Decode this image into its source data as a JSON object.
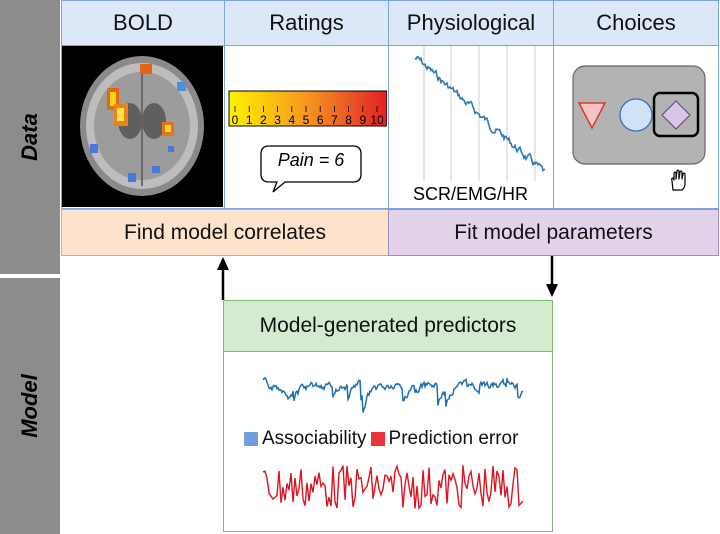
{
  "side": {
    "data_label": "Data",
    "model_label": "Model"
  },
  "columns": [
    {
      "label": "BOLD"
    },
    {
      "label": "Ratings"
    },
    {
      "label": "Physiological"
    },
    {
      "label": "Choices"
    }
  ],
  "ratings": {
    "scale_ticks": [
      "0",
      "1",
      "2",
      "3",
      "4",
      "5",
      "6",
      "7",
      "8",
      "9",
      "10"
    ],
    "bubble_text": "Pain = 6"
  },
  "physiological": {
    "caption": "SCR/EMG/HR"
  },
  "bars": {
    "find": "Find model correlates",
    "fit": "Fit model parameters"
  },
  "model": {
    "title": "Model-generated predictors",
    "legend": [
      {
        "label": "Associability",
        "color": "#6f9fdc"
      },
      {
        "label": "Prediction error",
        "color": "#e8333b"
      }
    ]
  },
  "colors": {
    "data_header": "#dce8f8",
    "data_border": "#7fa3da",
    "find_bar": "#fde3cc",
    "fit_bar": "#e2d3eb",
    "model_header": "#d5ebd0",
    "sidebar": "#8c8c8c",
    "associability_line": "#1f6fb0",
    "prediction_error_line": "#e0141e"
  },
  "icons": [
    "brain-scan",
    "rating-scale",
    "speech-bubble",
    "physio-trace",
    "choice-triangle",
    "choice-circle",
    "choice-diamond",
    "hand-pointer-icon",
    "arrow-up-icon",
    "arrow-down-icon"
  ]
}
